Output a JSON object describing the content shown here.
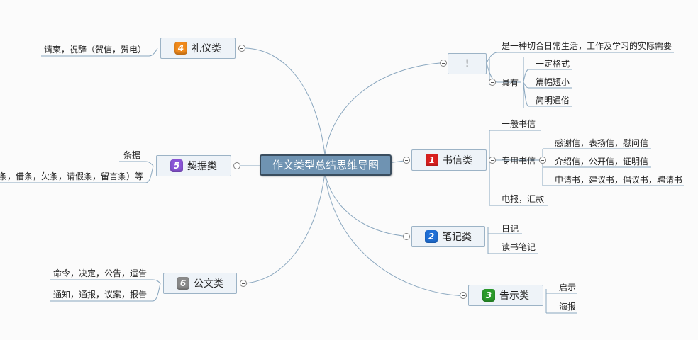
{
  "root": {
    "title": "作文类型总结思维导图"
  },
  "branches": {
    "exclaim": {
      "label": "!",
      "leaf_purpose": "是一种切合日常生活，工作及学习的实际需要",
      "has_label": "具有",
      "features": [
        "一定格式",
        "篇幅短小",
        "简明通俗"
      ]
    },
    "letters": {
      "num": "1",
      "label": "书信类",
      "general": "一般书信",
      "special_label": "专用书信",
      "special_items": [
        "感谢信，表扬信，慰问信",
        "介绍信，公开信，证明信",
        "申请书，建议书，倡议书，聘请书"
      ],
      "telegram": "电报，汇款"
    },
    "notes": {
      "num": "2",
      "label": "笔记类",
      "items": [
        "日记",
        "读书笔记"
      ]
    },
    "notices": {
      "num": "3",
      "label": "告示类",
      "items": [
        "启示",
        "海报"
      ]
    },
    "etiquette": {
      "num": "4",
      "label": "礼仪类",
      "items": [
        "请柬，祝辞（贺信，贺电）"
      ]
    },
    "receipts": {
      "num": "5",
      "label": "契据类",
      "items": [
        "条据",
        "条，借条，欠条，请假条，留言条）等"
      ]
    },
    "official": {
      "num": "6",
      "label": "公文类",
      "items": [
        "命令，决定，公告，遗告",
        "通知，通报，议案，报告"
      ]
    }
  },
  "colors": {
    "line": "#8aa7bf",
    "num1": "#d9201f",
    "num2": "#1f6fd6",
    "num3": "#2a9a2a",
    "num4": "#f08a1c",
    "num5": "#8a55d6",
    "num6": "#8a8a8a"
  }
}
